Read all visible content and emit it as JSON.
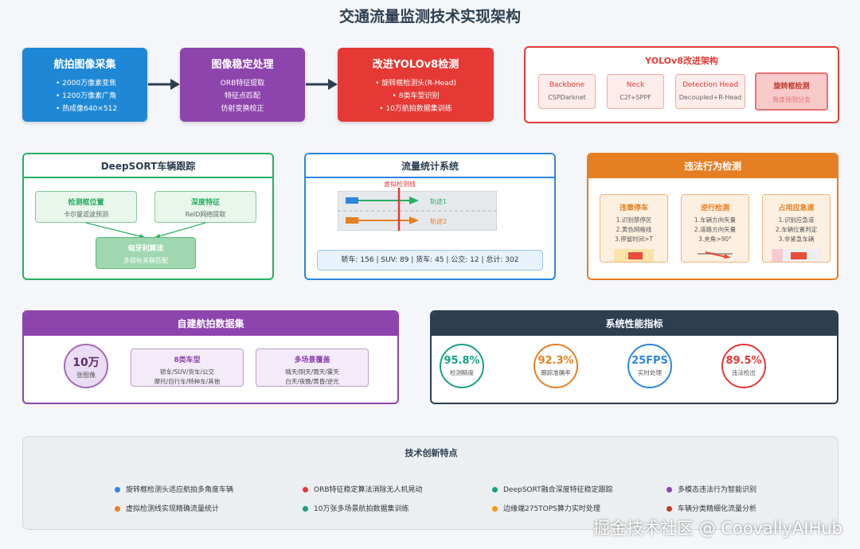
{
  "title": "交通流量监测技术实现架构",
  "pipeline": [
    {
      "title": "航拍图像采集",
      "color": "#1e88d6",
      "lines": [
        "• 2000万像素变焦",
        "• 1200万像素广角",
        "• 热成像640×512"
      ]
    },
    {
      "title": "图像稳定处理",
      "color": "#8e44ad",
      "lines": [
        "ORB特征提取",
        "特征点匹配",
        "仿射变换校正"
      ]
    },
    {
      "title": "改进YOLOv8检测",
      "color": "#e53935",
      "lines": [
        "• 旋转框检测头(R-Head)",
        "• 8类车型识别",
        "• 10万航拍数据集训练"
      ]
    }
  ],
  "yolo": {
    "title": "YOLOv8改进架构",
    "modules": [
      {
        "name": "Backbone",
        "sub": "CSPDarknet"
      },
      {
        "name": "Neck",
        "sub": "C2f+SPPF"
      },
      {
        "name": "Detection Head",
        "sub": "Decoupled+R-Head"
      },
      {
        "name": "旋转框检测",
        "sub": "角度预测分支"
      }
    ]
  },
  "deepsort": {
    "title": "DeepSORT车辆跟踪",
    "nodes": [
      {
        "name": "检测框位置",
        "sub": "卡尔曼滤波预测"
      },
      {
        "name": "深度特征",
        "sub": "ReID网络提取"
      },
      {
        "name": "匈牙利算法",
        "sub": "多目标关联匹配"
      }
    ]
  },
  "flow": {
    "title": "流量统计系统",
    "line_label": "虚拟检测线",
    "track1": "轨迹1",
    "track2": "轨迹2",
    "stats": "轿车: 156 | SUV: 89 | 货车: 45 | 公交: 12 | 总计: 302"
  },
  "violation": {
    "title": "违法行为检测",
    "items": [
      {
        "name": "违章停车",
        "lines": [
          "1.识别禁停区",
          "2.黄色网格线",
          "3.停留时间>T"
        ]
      },
      {
        "name": "逆行检测",
        "lines": [
          "1.车辆方向矢量",
          "2.道路方向矢量",
          "3.夹角>90°"
        ]
      },
      {
        "name": "占用应急道",
        "lines": [
          "1.识别应急道",
          "2.车辆位置判定",
          "3.非紧急车辆"
        ]
      }
    ]
  },
  "dataset": {
    "title": "自建航拍数据集",
    "count": "10万",
    "count_label": "张图像",
    "blocks": [
      {
        "name": "8类车型",
        "lines": [
          "轿车/SUV/货车/公交",
          "摩托/自行车/特种车/其他"
        ]
      },
      {
        "name": "多场景覆盖",
        "lines": [
          "晴天/阴天/雨天/雾天",
          "白天/夜晚/黄昏/逆光"
        ]
      }
    ]
  },
  "metrics": {
    "title": "系统性能指标",
    "items": [
      {
        "value": "95.8%",
        "label": "检测精度",
        "color": "#16a085"
      },
      {
        "value": "92.3%",
        "label": "跟踪准确率",
        "color": "#e67e22"
      },
      {
        "value": "25FPS",
        "label": "实时处理",
        "color": "#2e86de"
      },
      {
        "value": "89.5%",
        "label": "违法检出",
        "color": "#e53935"
      }
    ]
  },
  "features": {
    "title": "技术创新特点",
    "items": [
      {
        "text": "旋转框检测头适应航拍多角度车辆",
        "color": "#2e86de"
      },
      {
        "text": "ORB特征稳定算法消除无人机晃动",
        "color": "#e53935"
      },
      {
        "text": "DeepSORT融合深度特征稳定跟踪",
        "color": "#16a085"
      },
      {
        "text": "多模态违法行为智能识别",
        "color": "#8e44ad"
      },
      {
        "text": "虚拟检测线实现精确流量统计",
        "color": "#e67e22"
      },
      {
        "text": "10万张多场景航拍数据集训练",
        "color": "#16a085"
      },
      {
        "text": "边缘端275TOPS算力实时处理",
        "color": "#f39c12"
      },
      {
        "text": "车辆分类精细化流量分析",
        "color": "#c0392b"
      }
    ]
  },
  "watermark": "掘金技术社区 @ CoovallyAIHub"
}
